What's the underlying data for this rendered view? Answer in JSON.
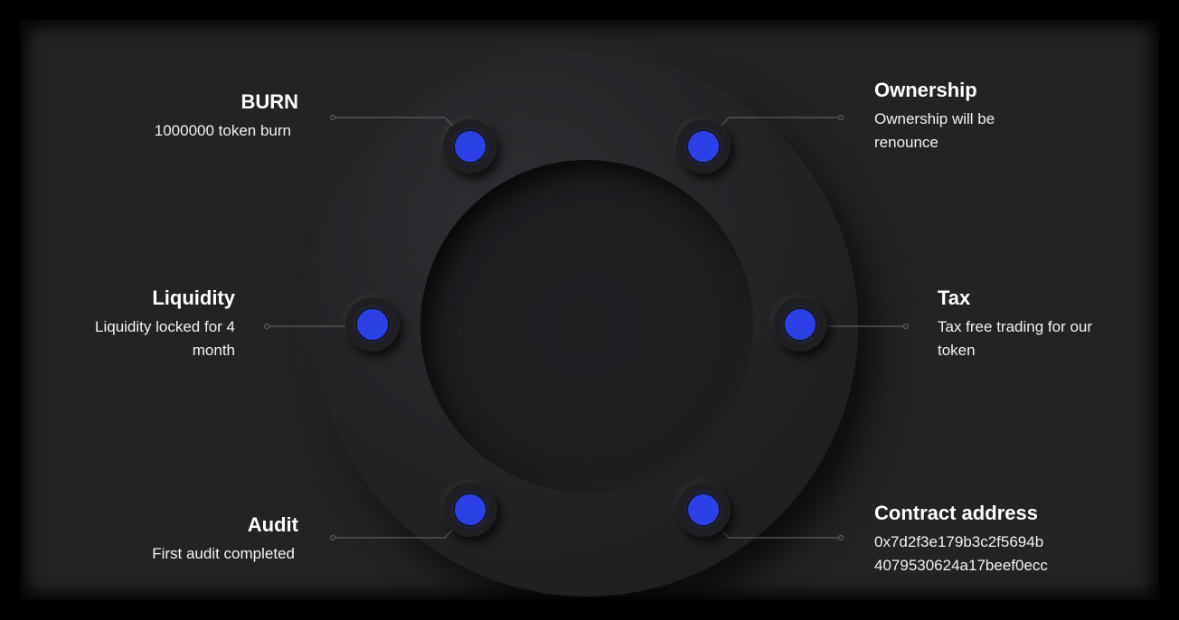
{
  "colors": {
    "background": "#232325",
    "accent": "#2b41e6",
    "text": "#ffffff",
    "connector": "#5a5a5e"
  },
  "features": {
    "burn": {
      "title": "BURN",
      "desc": "1000000 token burn"
    },
    "ownership": {
      "title": "Ownership",
      "desc_line1": "Ownership will be",
      "desc_line2": "renounce"
    },
    "liquidity": {
      "title": "Liquidity",
      "desc_line1": "Liquidity locked for 4",
      "desc_line2": "month"
    },
    "tax": {
      "title": "Tax",
      "desc_line1": "Tax free trading for our",
      "desc_line2": "token"
    },
    "audit": {
      "title": "Audit",
      "desc": "First audit completed"
    },
    "contract": {
      "title": "Contract address",
      "desc_line1": "0x7d2f3e179b3c2f5694b",
      "desc_line2": "4079530624a17beef0ecc"
    }
  }
}
